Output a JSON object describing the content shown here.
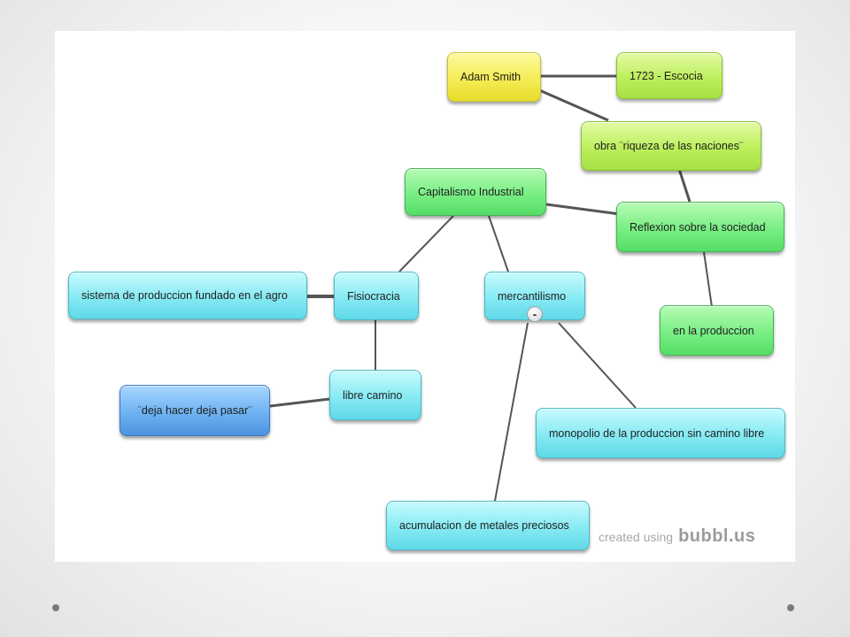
{
  "nodes": {
    "adam_smith": "Adam Smith",
    "escocia": "1723 - Escocia",
    "obra": "obra ¨riqueza de las naciones¨",
    "capitalismo": "Capitalismo Industrial",
    "reflexion": "Reflexion sobre la sociedad",
    "produccion": "en la produccion",
    "sistema": "sistema de produccion fundado en el agro",
    "fisiocracia": "Fisiocracia",
    "mercantilismo": "mercantilismo",
    "libre_camino": "libre camino",
    "dejar": "¨deja hacer deja pasar¨",
    "monopolio": "monopolio de la produccion sin camino libre",
    "metales": "acumulacion de metales preciosos"
  },
  "toggle_symbol": "-",
  "watermark": {
    "text": "created using",
    "brand": "bubbl.us"
  },
  "colors": {
    "yellow": "#f4ec55",
    "lime": "#bdef5c",
    "green": "#79ee84",
    "cyan": "#86eaf3",
    "blue": "#6eb2f2",
    "link": "#555555"
  }
}
